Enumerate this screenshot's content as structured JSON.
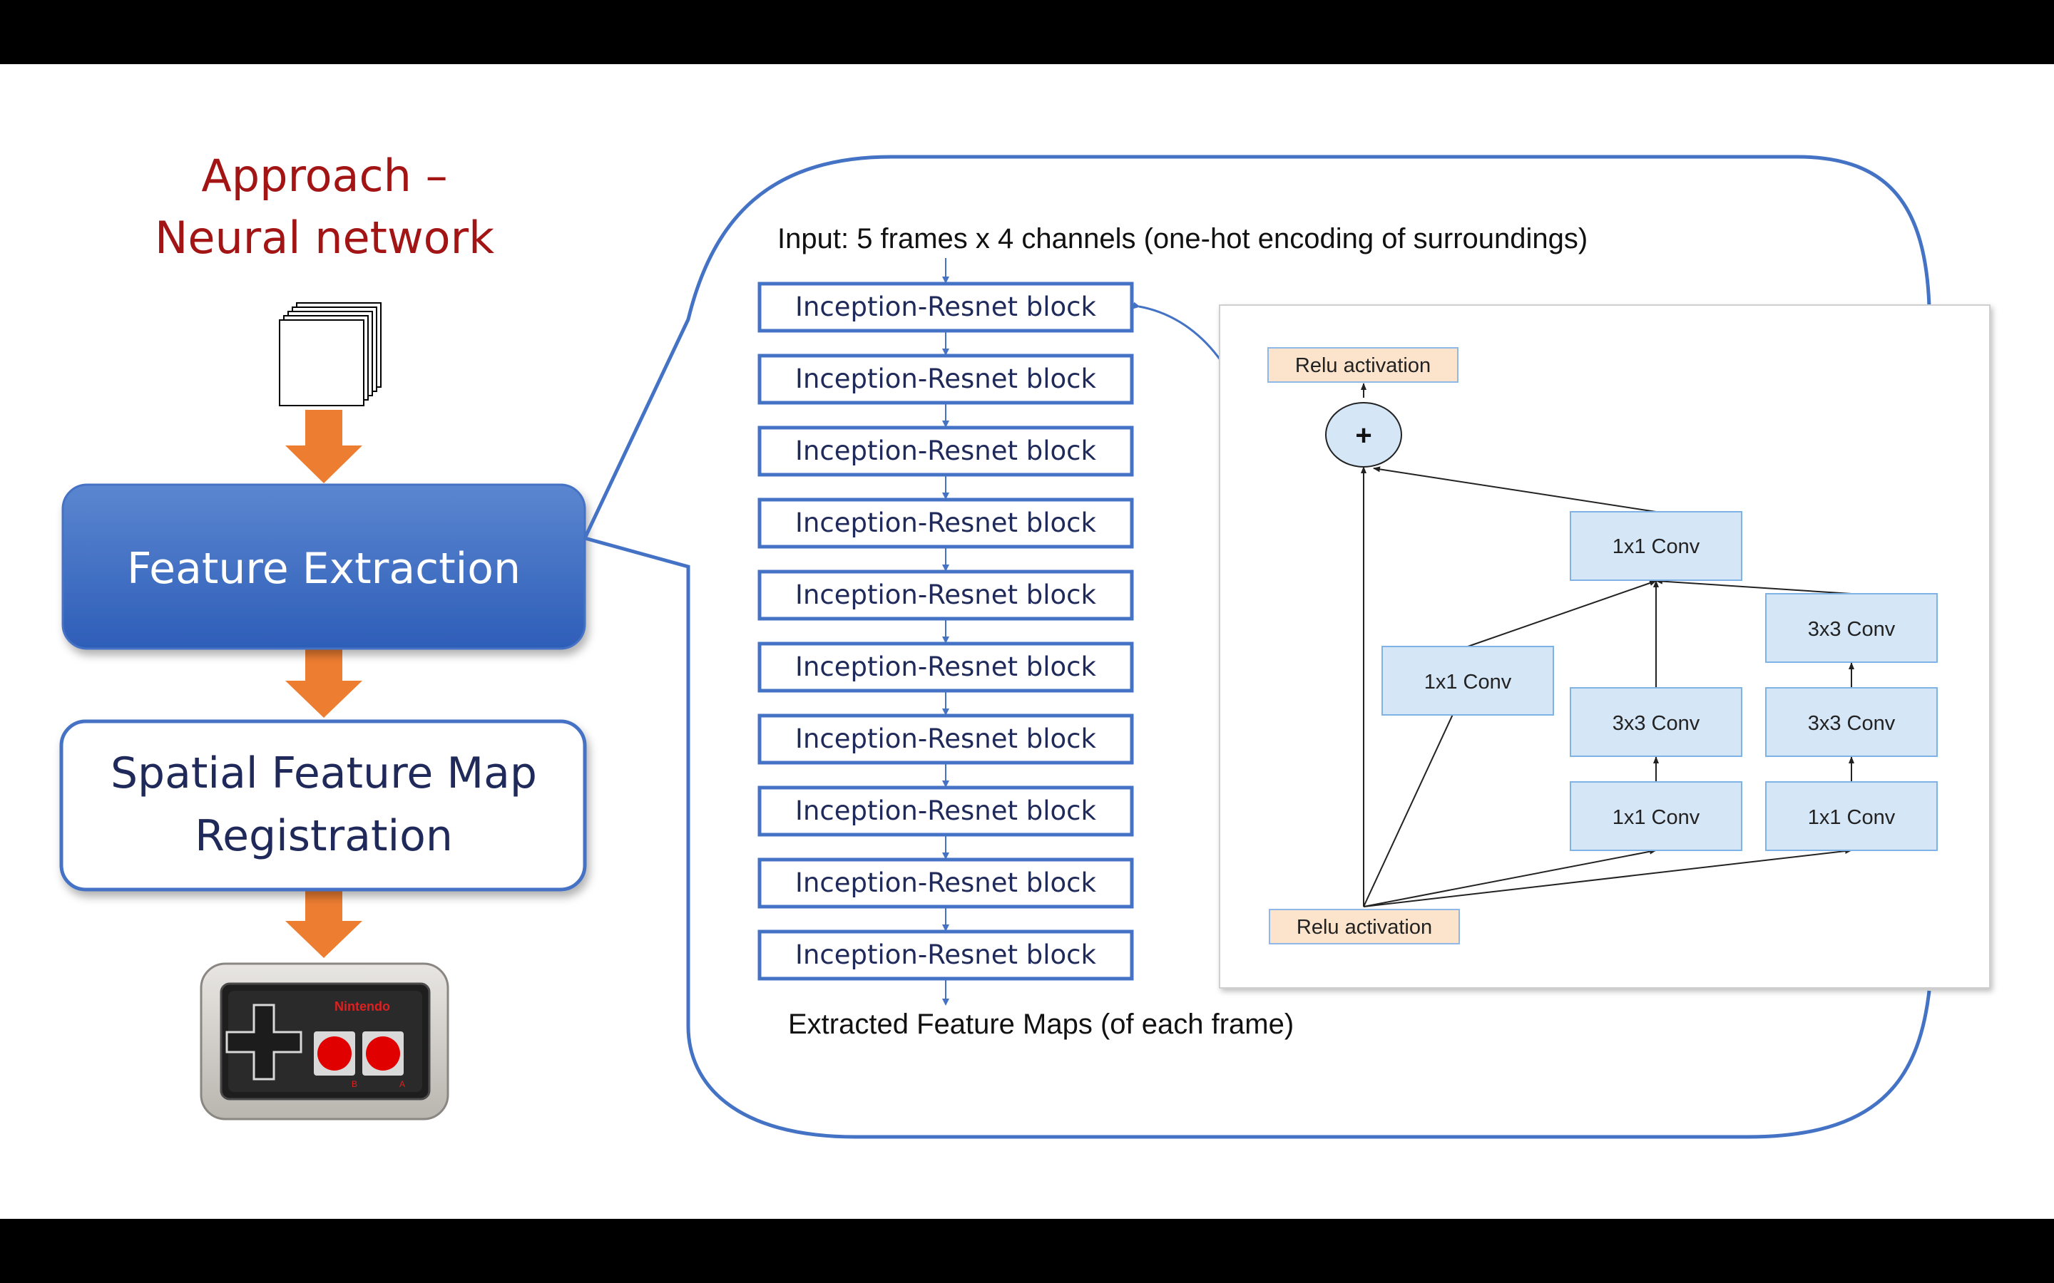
{
  "slide": {
    "title_line1": "Approach –",
    "title_line2": "Neural network",
    "colors": {
      "title": "#A31515",
      "arrow": "#ED7D31",
      "accent_blue": "#4472C4",
      "feature_box_top": "#5B86D0",
      "feature_box_bottom": "#2E5EB8",
      "dark_text": "#1F2A5A",
      "conv_fill": "#D5E6F7",
      "conv_stroke": "#7FB2E5",
      "relu_fill": "#FCE4CC",
      "relu_stroke": "#8FB8E8",
      "plus_fill": "#D5E6F7"
    },
    "pipeline": {
      "input_icon": "stacked-frames-icon",
      "feature_extraction_label": "Feature Extraction",
      "registration_line1": "Spatial Feature Map",
      "registration_line2": "Registration",
      "output_icon": "nes-controller-icon",
      "controller_brand": "Nintendo",
      "button_b_label": "B",
      "button_a_label": "A"
    },
    "detail": {
      "input_label": "Input: 5 frames x 4 channels (one-hot encoding of surroundings)",
      "blocks": [
        "Inception-Resnet block",
        "Inception-Resnet block",
        "Inception-Resnet block",
        "Inception-Resnet block",
        "Inception-Resnet block",
        "Inception-Resnet block",
        "Inception-Resnet block",
        "Inception-Resnet block",
        "Inception-Resnet block",
        "Inception-Resnet block"
      ],
      "output_label": "Extracted Feature Maps (of each frame)"
    },
    "inception_module": {
      "relu_top": "Relu activation",
      "relu_bottom": "Relu activation",
      "plus": "+",
      "conv_top": "1x1 Conv",
      "conv_mid_left": "1x1 Conv",
      "conv_branch2_mid": "3x3 Conv",
      "conv_branch2_bottom": "1x1 Conv",
      "conv_branch3_top": "3x3 Conv",
      "conv_branch3_mid": "3x3 Conv",
      "conv_branch3_bottom": "1x1 Conv"
    }
  }
}
